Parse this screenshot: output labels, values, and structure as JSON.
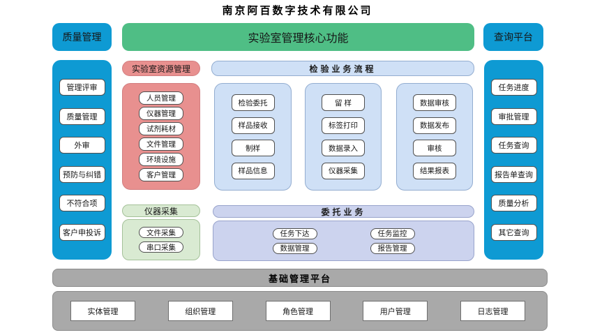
{
  "title": "南京阿百数字技术有限公司",
  "colors": {
    "blue": "#0e9ad3",
    "green": "#4fbe85",
    "red": "#e8908f",
    "light_blue": "#cfe0f6",
    "light_green": "#d9ead2",
    "light_purple": "#ccd3ee",
    "gray": "#a9a9a9"
  },
  "core_banner": "实验室管理核心功能",
  "quality": {
    "header": "质量管理",
    "items": [
      "管理评审",
      "质量管理",
      "外审",
      "预防与纠错",
      "不符合项",
      "客户申投诉"
    ]
  },
  "query": {
    "header": "查询平台",
    "items": [
      "任务进度",
      "审批管理",
      "任务查询",
      "报告单查询",
      "质量分析",
      "其它查询"
    ]
  },
  "lab_resources": {
    "header": "实验室资源管理",
    "items": [
      "人员管理",
      "仪器管理",
      "试剂耗材",
      "文件管理",
      "环境设施",
      "客户管理"
    ]
  },
  "inspection_flow": {
    "header": "检验业务流程",
    "columns": [
      [
        "检验委托",
        "样品接收",
        "制样",
        "样品信息"
      ],
      [
        "留 样",
        "标签打印",
        "数据录入",
        "仪器采集"
      ],
      [
        "数据审核",
        "数据发布",
        "审核",
        "结果报表"
      ]
    ]
  },
  "instrument_collection": {
    "header": "仪器采集",
    "items": [
      "文件采集",
      "串口采集"
    ]
  },
  "commission": {
    "header": "委托业务",
    "items": [
      "任务下达",
      "任务监控",
      "数据管理",
      "报告管理"
    ]
  },
  "base_platform": {
    "header": "基础管理平台",
    "items": [
      "实体管理",
      "组织管理",
      "角色管理",
      "用户管理",
      "日志管理"
    ]
  }
}
